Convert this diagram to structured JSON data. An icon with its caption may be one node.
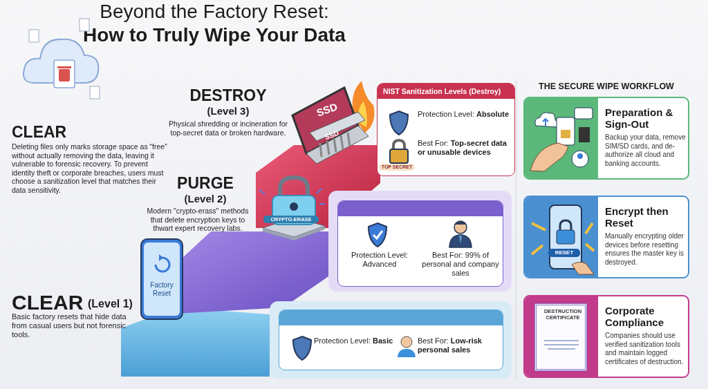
{
  "diagram": {
    "title": "Beyond the Factory Reset: **How to Truly Wipe Your Data**",
    "nodes": [
      {
        "text": [
          "NIST Sanitization Levels (Destroy)",
          "Protection Level: **Absolute**",
          "Best For: **Top-secret data or unusable devices**"
        ]
      },
      {
        "text": [
          "Protection Level: Advanced",
          "Best For: 99% of personal and company sales"
        ]
      },
      {
        "text": [
          "Protection Level: **Basic**",
          "Best For: **Low-risk personal sales**"
        ]
      },
      {
        "text": [
          "Preparation & Sign-Out",
          "Backup your data, remove SIM/SD cards, and de-authorize all cloud and banking accounts."
        ]
      },
      {
        "text": [
          "Encrypt then Reset",
          "Manually encrypting older devices before resetting ensures the master key is destroyed."
        ]
      },
      {
        "text": [
          "Corporate Compliance",
          "Companies should use verified sanitization tools and maintain logged certificates of destruction."
        ]
      }
    ],
    "edges": [],
    "labels": [
      "CLEAR",
      "Deleting files only marks storage space as “free” without actually removing the data, leaving it vulnerable to forensic recovery. To prevent identity theft or corporate breaches, users must choose a sanitization level that matches their data sensitivity.",
      "DESTROY",
      "(Level 3)",
      "Physical shredding or incineration for top-secret data or broken hardware.",
      "SSD",
      "SSD",
      "TOP SECRET",
      "PURGE",
      "(Level 2)",
      "Modern \"crypto-erass\" methods that delete encryption keys to thwart expert recovery labs.",
      "CRYPTO-ERASE",
      "CLEAR",
      "(Level 1)",
      "Basic factory resets that hide data from casual users but not forensic tools.",
      "Factory Reset",
      "THE SECURE WIPE WORKFLOW",
      "RESET",
      "DESTRUCTION CERTIFICATE"
    ]
  }
}
